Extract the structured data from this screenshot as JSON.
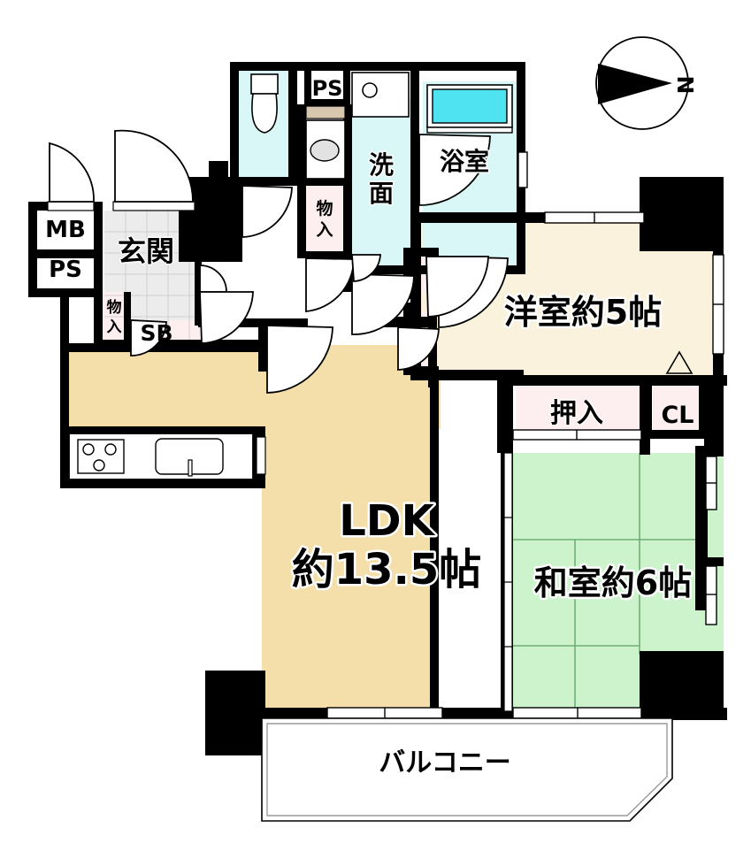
{
  "plan": {
    "type": "japanese-apartment-floor-plan",
    "compass": {
      "label": "N",
      "points_to": "east-right",
      "icon": "compass-rose-icon"
    },
    "colors": {
      "wall": "#000000",
      "ldk_floor": "#f4dfab",
      "western_room_floor": "#fbf2de",
      "tatami_floor": "#ccf3cc",
      "wet_area": "#d9f7f7",
      "closet": "#fdeef0",
      "entrance_tile": "#ececec",
      "bathtub": "#4fe3f2",
      "balcony": "#ffffff",
      "outline": "#000000"
    },
    "rooms": [
      {
        "id": "ldk",
        "name": "LDK",
        "label_line1": "LDK",
        "label_line2": "約13.5帖",
        "size": "13.5帖",
        "floor": "#f4dfab"
      },
      {
        "id": "washitsu",
        "name": "和室",
        "label": "和室約6帖",
        "size": "6帖",
        "floor": "#ccf3cc"
      },
      {
        "id": "yoshitsu",
        "name": "洋室",
        "label": "洋室約5帖",
        "size": "5帖",
        "floor": "#fbf2de"
      },
      {
        "id": "balcony",
        "name": "バルコニー",
        "label": "バルコニー",
        "size": "",
        "floor": "#ffffff"
      },
      {
        "id": "genkan",
        "name": "玄関",
        "label": "玄関",
        "size": "",
        "floor": "#ececec"
      },
      {
        "id": "senmen",
        "name": "洗面",
        "label": "洗面",
        "size": "",
        "floor": "#d9f7f7"
      },
      {
        "id": "yokushitsu",
        "name": "浴室",
        "label": "浴室",
        "size": "",
        "floor": "#d9f7f7"
      }
    ],
    "storage": [
      {
        "id": "oshiire",
        "label": "押入"
      },
      {
        "id": "cl",
        "label": "CL"
      },
      {
        "id": "monoire-hall",
        "label": "物入"
      },
      {
        "id": "monoire-entry",
        "label": "物入"
      },
      {
        "id": "sb",
        "label": "SB"
      }
    ],
    "utility": [
      {
        "id": "mb",
        "label": "MB"
      },
      {
        "id": "ps-entry",
        "label": "PS"
      },
      {
        "id": "ps-top",
        "label": "PS"
      }
    ],
    "fixtures": [
      {
        "id": "toilet",
        "name": "toilet-fixture"
      },
      {
        "id": "bathtub",
        "name": "bathtub-fixture"
      },
      {
        "id": "vanity-sink",
        "name": "vanity-sink-fixture"
      },
      {
        "id": "washer",
        "name": "washing-machine-slot"
      },
      {
        "id": "kitchen-stove",
        "name": "stove-3-burner"
      },
      {
        "id": "kitchen-sink",
        "name": "kitchen-sink-fixture"
      }
    ]
  }
}
